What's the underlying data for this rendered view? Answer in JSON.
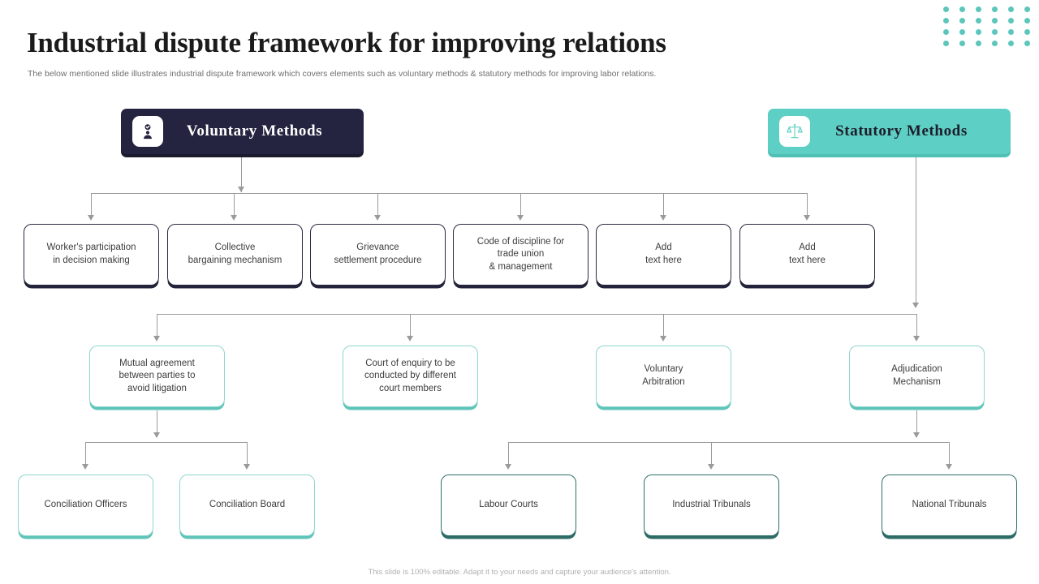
{
  "slide": {
    "title": "Industrial dispute framework for improving relations",
    "subtitle": "The below mentioned slide illustrates industrial dispute framework which covers elements such as voluntary methods  & statutory methods for improving labor relations.",
    "footer": "This slide is 100% editable. Adapt it to your needs and capture your audience's attention."
  },
  "colors": {
    "navy": "#242440",
    "teal": "#5ecfc4",
    "light_teal_border": "#8fd6ce",
    "deep_teal_border": "#2f6f6a",
    "connector": "#9a9a9a",
    "dot": "#5cc6bb"
  },
  "categories": {
    "voluntary": {
      "label": "Voluntary  Methods",
      "icon": "person-check-icon"
    },
    "statutory": {
      "label": "Statutory  Methods",
      "icon": "scales-of-justice-icon"
    }
  },
  "voluntary_methods": [
    {
      "label": "Worker's participation\nin decision making"
    },
    {
      "label": "Collective\nbargaining  mechanism"
    },
    {
      "label": "Grievance\nsettlement procedure"
    },
    {
      "label": "Code of discipline for\ntrade union\n& management"
    },
    {
      "label": "Add\ntext here"
    },
    {
      "label": "Add\ntext here"
    }
  ],
  "statutory_methods": [
    {
      "label": "Mutual agreement\nbetween  parties to\navoid  litigation"
    },
    {
      "label": "Court of enquiry to be\nconducted by different\ncourt members"
    },
    {
      "label": "Voluntary\nArbitration"
    },
    {
      "label": "Adjudication\nMechanism"
    }
  ],
  "conciliation_children": [
    {
      "label": "Conciliation Officers"
    },
    {
      "label": "Conciliation Board"
    }
  ],
  "adjudication_children": [
    {
      "label": "Labour Courts"
    },
    {
      "label": "Industrial Tribunals"
    },
    {
      "label": "National Tribunals"
    }
  ],
  "dot_grid": {
    "columns": 6,
    "rows": 4
  }
}
